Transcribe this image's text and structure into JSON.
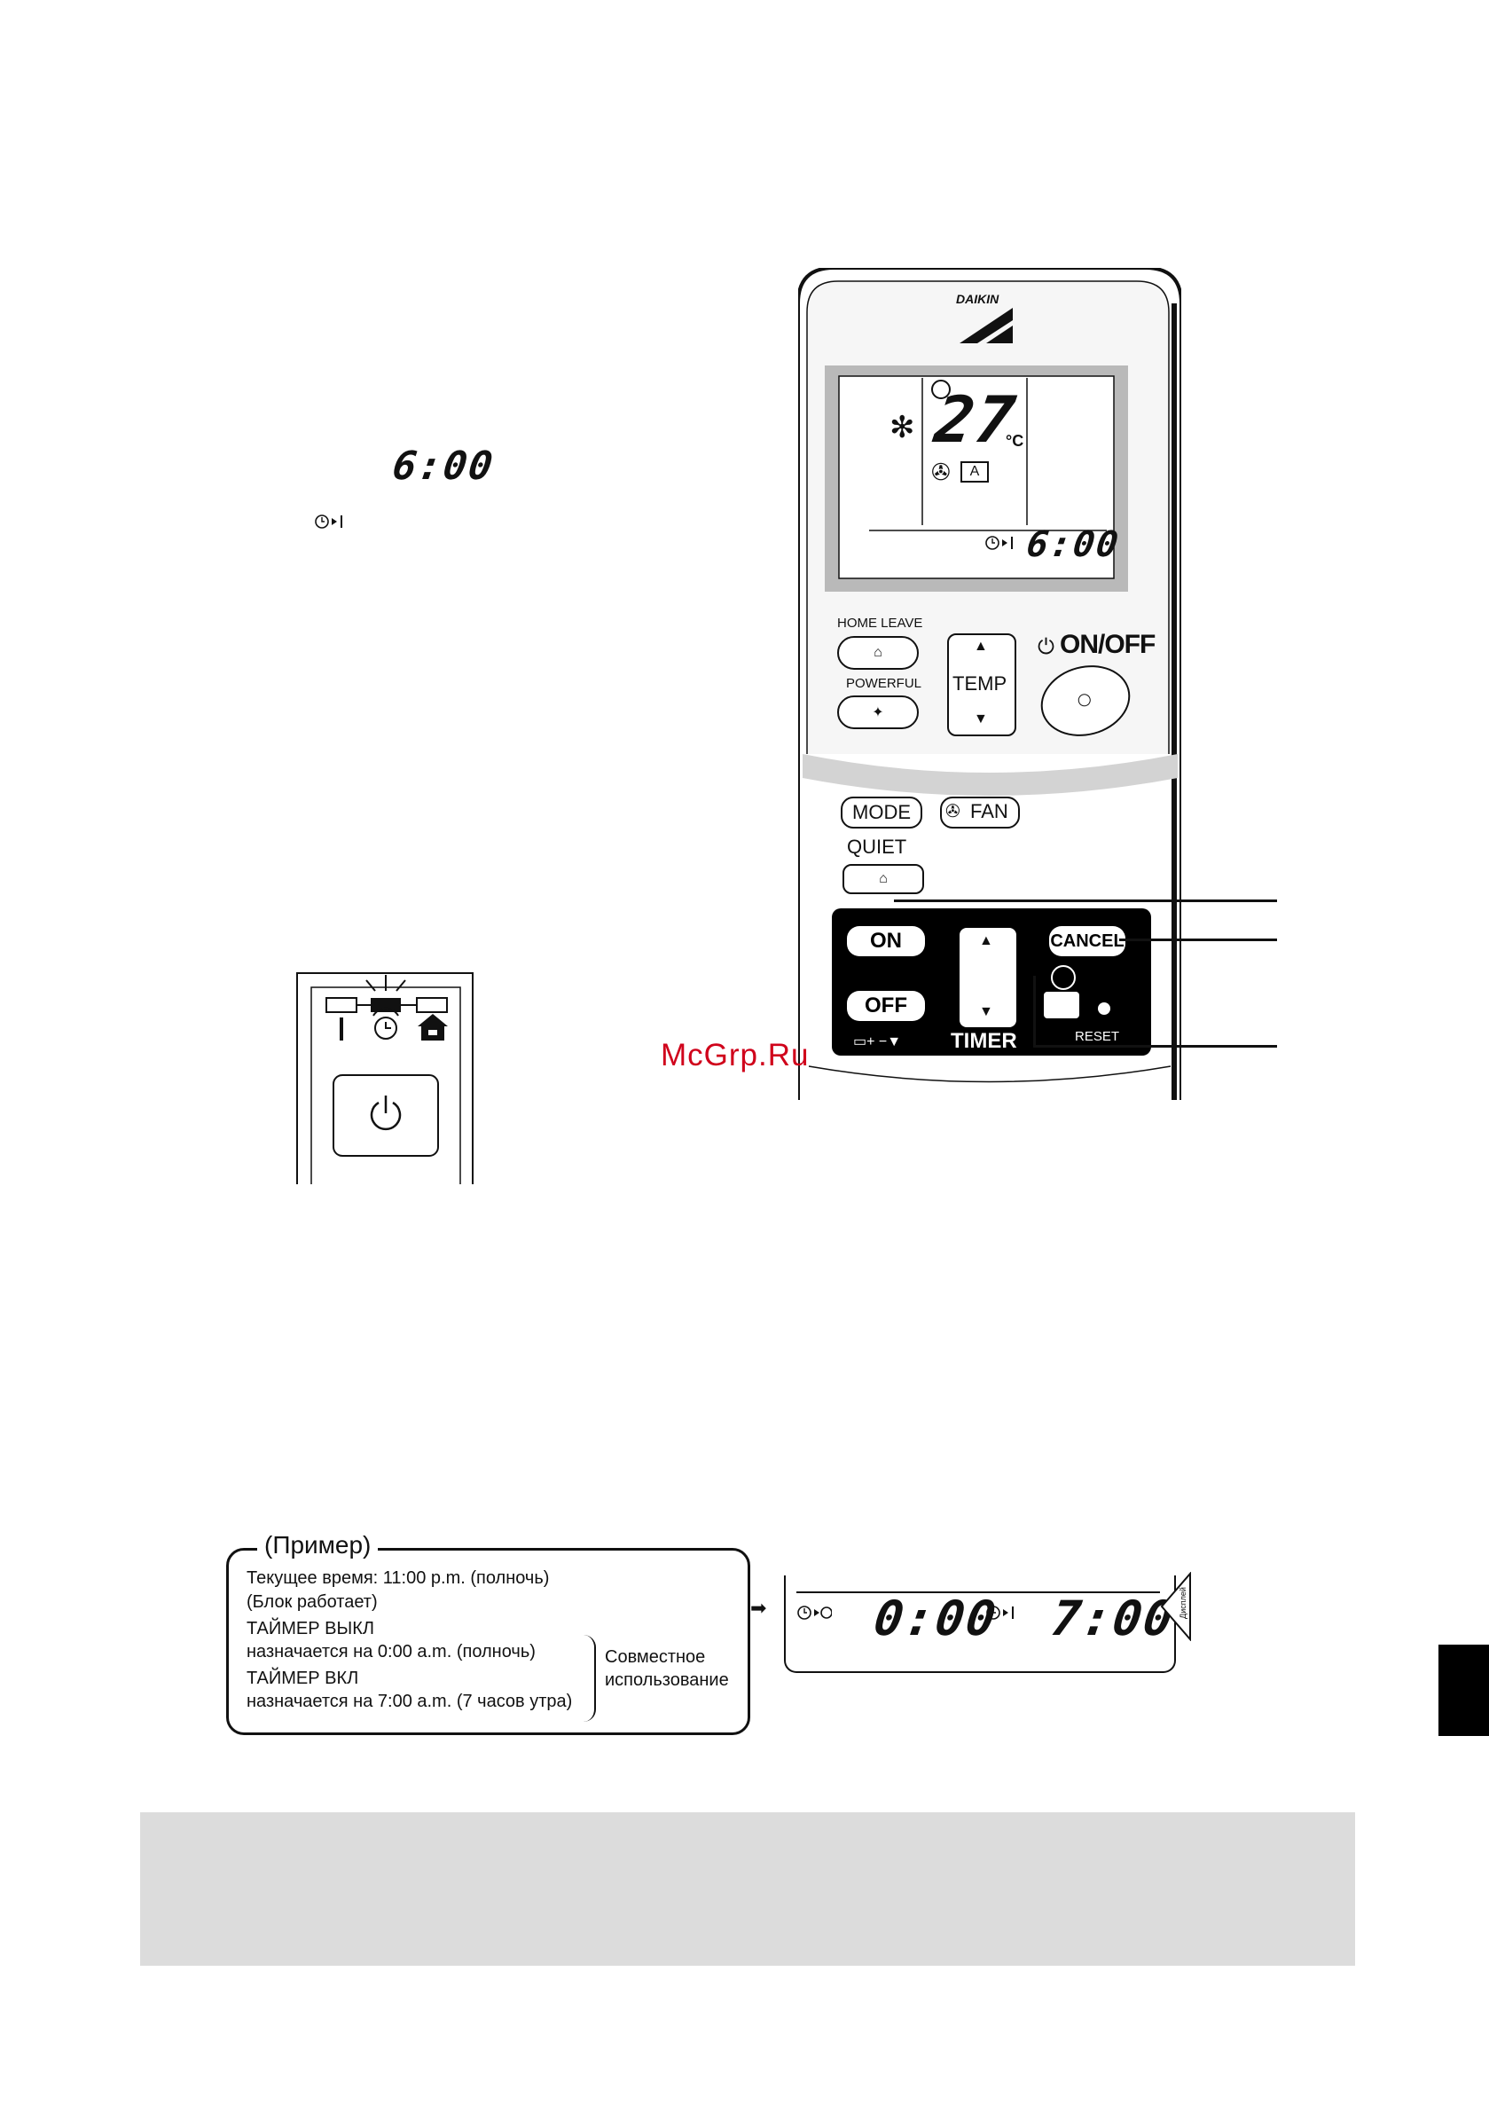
{
  "loose_display": {
    "time": "6:00"
  },
  "remote": {
    "brand": "DAIKIN",
    "display": {
      "temp": "27",
      "unit": "°C",
      "time": "6:00"
    },
    "buttons": {
      "home_leave": "HOME LEAVE",
      "powerful": "POWERFUL",
      "temp": "TEMP",
      "on_off": "ON/OFF",
      "mode": "MODE",
      "fan": "FAN",
      "quiet": "QUIET",
      "on": "ON",
      "off": "OFF",
      "cancel": "CANCEL",
      "timer": "TIMER",
      "reset": "RESET"
    }
  },
  "watermark": "McGrp.Ru",
  "example": {
    "title": "(Пример)",
    "lines": [
      "Текущее время: 11:00 p.m. (полночь)",
      "(Блок работает)",
      "ТАЙМЕР ВЫКЛ",
      "назначается на 0:00 a.m. (полночь)",
      "ТАЙМЕР ВКЛ",
      "назначается на 7:00 a.m. (7 часов утра)"
    ],
    "joint_use": [
      "Совместное",
      "использование"
    ]
  },
  "example_display": {
    "off_time": "0:00",
    "on_time": "7:00",
    "side_label": "Дисплей"
  }
}
